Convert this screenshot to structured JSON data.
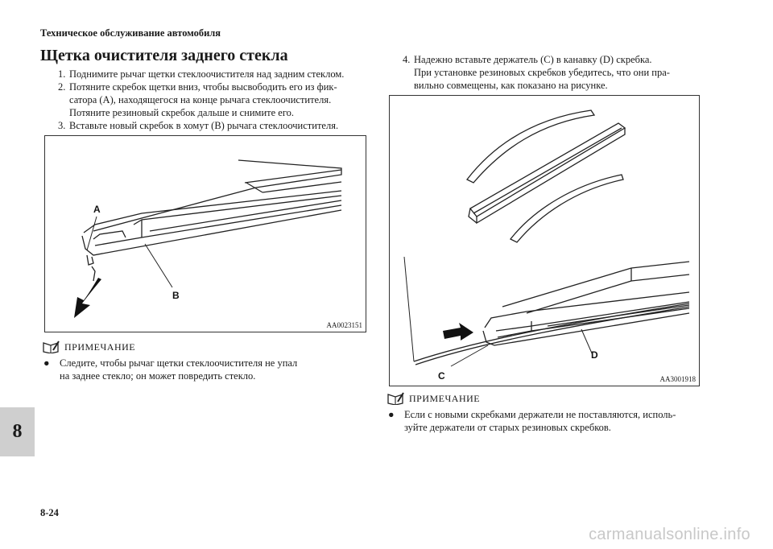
{
  "header": {
    "title": "Техническое обслуживание автомобиля"
  },
  "section": {
    "title": "Щетка очистителя заднего стекла"
  },
  "steps_left": [
    {
      "num": "1.",
      "lines": [
        "Поднимите рычаг щетки стеклоочистителя над задним стеклом."
      ]
    },
    {
      "num": "2.",
      "lines": [
        "Потяните скребок щетки вниз, чтобы высвободить его из фик-",
        "сатора (A), находящегося на конце рычага стеклоочистителя.",
        "Потяните резиновый скребок дальше и снимите его."
      ]
    },
    {
      "num": "3.",
      "lines": [
        "Вставьте новый скребок в хомут (B) рычага стеклоочистителя."
      ]
    }
  ],
  "steps_right": [
    {
      "num": "4.",
      "lines": [
        "Надежно вставьте держатель (C) в канавку (D) скребка.",
        "При установке резиновых скребков убедитесь, что они пра-",
        "вильно совмещены, как показано на рисунке."
      ]
    }
  ],
  "figure1": {
    "label_a": "A",
    "label_b": "B",
    "code": "AA0023151"
  },
  "figure2": {
    "label_c": "C",
    "label_d": "D",
    "code": "AA3001918"
  },
  "note1": {
    "heading": "ПРИМЕЧАНИЕ",
    "bullet": "●",
    "lines": [
      "Следите, чтобы рычаг щетки стеклоочистителя не упал",
      "на заднее стекло; он может повредить стекло."
    ]
  },
  "note2": {
    "heading": "ПРИМЕЧАНИЕ",
    "bullet": "●",
    "lines": [
      "Если с новыми скребками держатели не поставляются, исполь-",
      "зуйте держатели от старых резиновых скребков."
    ]
  },
  "chapter_tab": "8",
  "page_number": "8-24",
  "watermark": "carmanualsonline.info",
  "icons": {
    "note": "note-pen-icon",
    "arrow": "direction-arrow-icon"
  }
}
